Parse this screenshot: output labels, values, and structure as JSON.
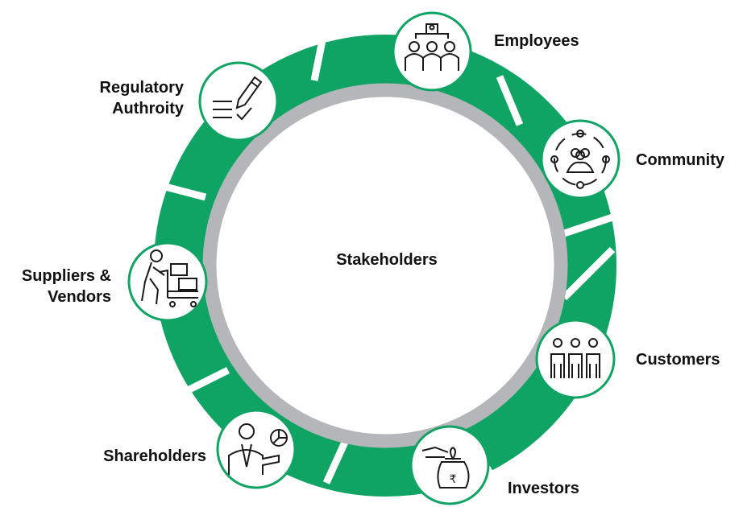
{
  "diagram": {
    "center_label": "Stakeholders",
    "colors": {
      "ring": "#0fa364",
      "inner_ring": "#b4b6b9",
      "node_border": "#0fa364",
      "icon_stroke": "#1a1a1a"
    },
    "stakeholders": [
      {
        "id": "employees",
        "label": "Employees",
        "icon": "employees-icon"
      },
      {
        "id": "community",
        "label": "Community",
        "icon": "community-icon"
      },
      {
        "id": "customers",
        "label": "Customers",
        "icon": "customers-icon"
      },
      {
        "id": "investors",
        "label": "Investors",
        "icon": "investors-money-bag-icon"
      },
      {
        "id": "shareholders",
        "label": "Shareholders",
        "icon": "shareholders-icon"
      },
      {
        "id": "suppliers",
        "label_line1": "Suppliers &",
        "label_line2": "Vendors",
        "icon": "supplier-cart-icon"
      },
      {
        "id": "regulatory",
        "label_line1": "Regulatory",
        "label_line2": "Authroity",
        "icon": "regulatory-checklist-icon"
      }
    ]
  }
}
